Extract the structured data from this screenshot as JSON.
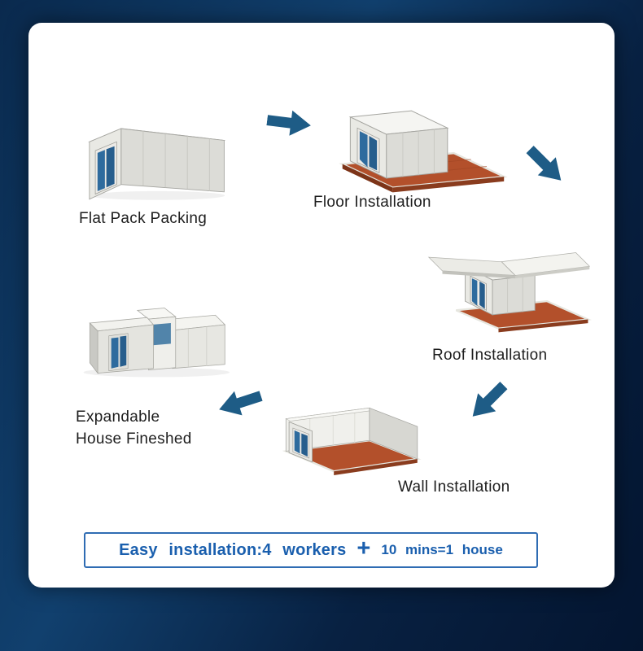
{
  "process": {
    "steps": [
      {
        "name": "flat-pack",
        "label": "Flat Pack Packing"
      },
      {
        "name": "floor-installation",
        "label": "Floor Installation"
      },
      {
        "name": "roof-installation",
        "label": "Roof Installation"
      },
      {
        "name": "wall-installation",
        "label": "Wall Installation"
      },
      {
        "name": "expandable-house-finished",
        "label_line1": "Expandable",
        "label_line2": "House Fineshed"
      }
    ],
    "arrows": [
      {
        "name": "arrow-right",
        "direction": "right"
      },
      {
        "name": "arrow-down-right",
        "direction": "down-right"
      },
      {
        "name": "arrow-down-left",
        "direction": "down-left"
      },
      {
        "name": "arrow-left",
        "direction": "left"
      }
    ]
  },
  "footer": {
    "part1": "Easy installation:4 workers",
    "plus": "+",
    "part2": "10 mins=1 house"
  },
  "colors": {
    "background": "#0a2a4e",
    "card": "#ffffff",
    "arrow": "#1e5c86",
    "footer_text": "#1a5fae",
    "footer_border": "#2f6cb3",
    "floor_orange": "#b3502b",
    "door_glass": "#2e6b9e",
    "label_text": "#1e1e1e"
  }
}
